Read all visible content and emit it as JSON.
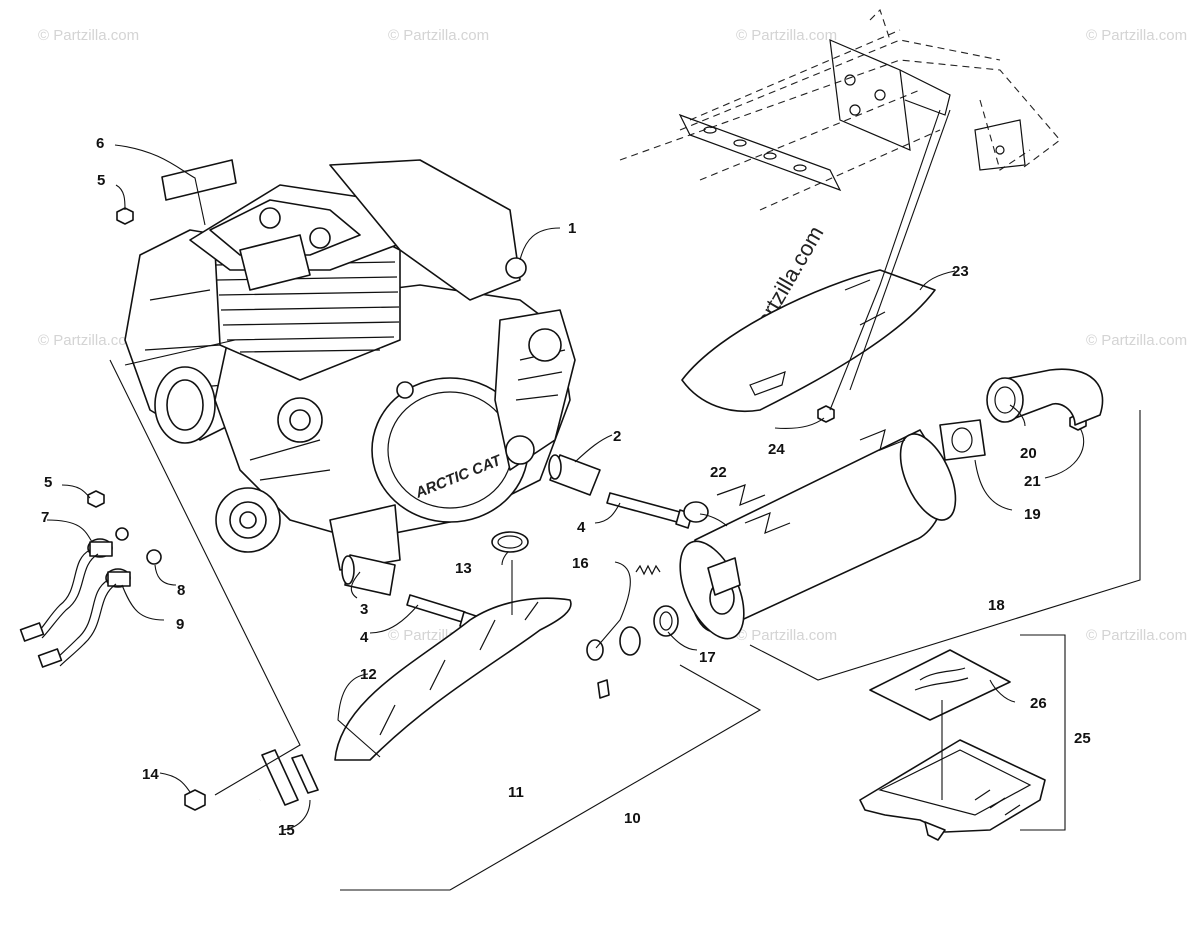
{
  "watermarks": {
    "site": "© Partzilla.com",
    "center": "© Partzilla.com",
    "engine_brand": "ARCTIC CAT"
  },
  "callouts": {
    "c1": "1",
    "c2": "2",
    "c3": "3",
    "c4a": "4",
    "c4b": "4",
    "c5a": "5",
    "c5b": "5",
    "c6": "6",
    "c7": "7",
    "c8": "8",
    "c9": "9",
    "c10": "10",
    "c11": "11",
    "c12": "12",
    "c13": "13",
    "c14": "14",
    "c15": "15",
    "c16": "16",
    "c17": "17",
    "c18": "18",
    "c19": "19",
    "c20": "20",
    "c21": "21",
    "c22": "22",
    "c23": "23",
    "c24": "24",
    "c25": "25",
    "c26": "26"
  }
}
